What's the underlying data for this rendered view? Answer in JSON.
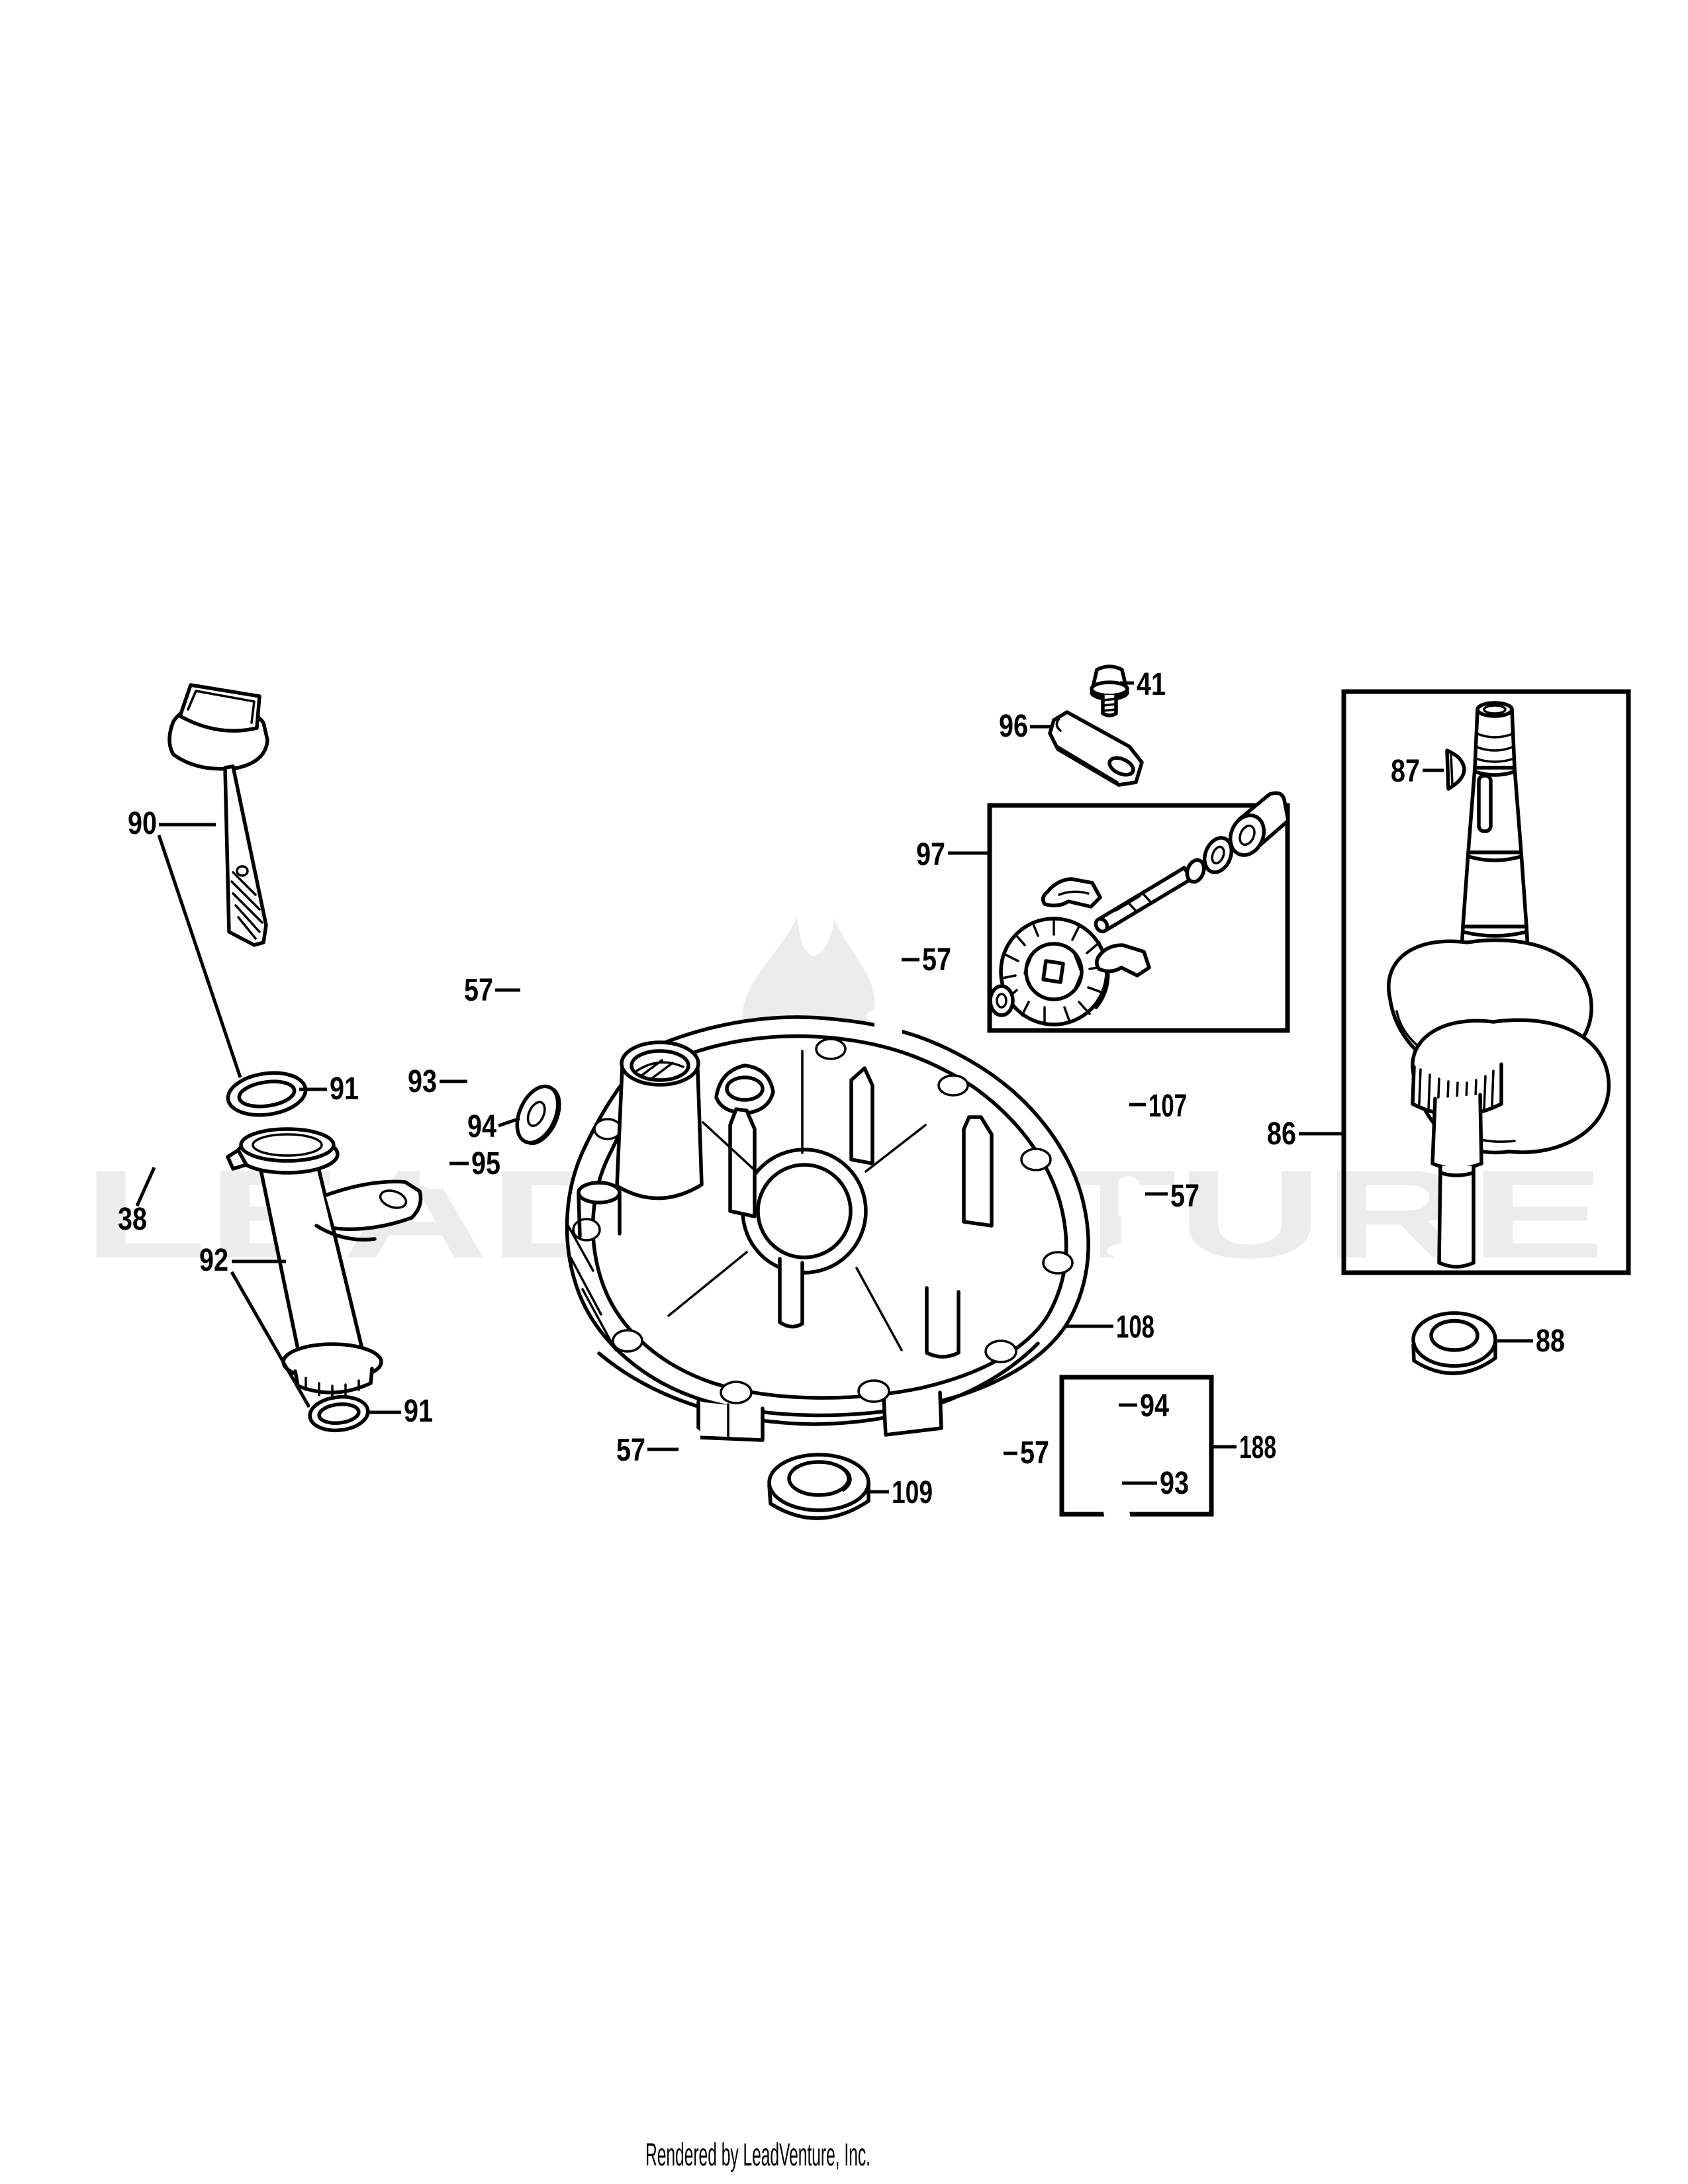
{
  "page": {
    "background_color": "#ffffff",
    "line_color": "#000000",
    "watermark_color": "#ececec",
    "footer_text": "Rendered by LeadVenture, Inc.",
    "watermark_text": "LEADVENTURE"
  },
  "callouts": {
    "c41": "41",
    "c96": "96",
    "c97": "97",
    "c87": "87",
    "c86": "86",
    "c88": "88",
    "c90": "90",
    "c91_dipstick": "91",
    "c38": "38",
    "c92": "92",
    "c91_tube": "91",
    "c57_top": "57",
    "c57_pump": "57",
    "c57_right": "57",
    "c57_bottom_left": "57",
    "c57_bottom_right": "57",
    "c93_upper": "93",
    "c94_upper": "94",
    "c95": "95",
    "c107": "107",
    "c108": "108",
    "c109": "109",
    "c94_box": "94",
    "c93_box": "93",
    "c188": "188"
  }
}
